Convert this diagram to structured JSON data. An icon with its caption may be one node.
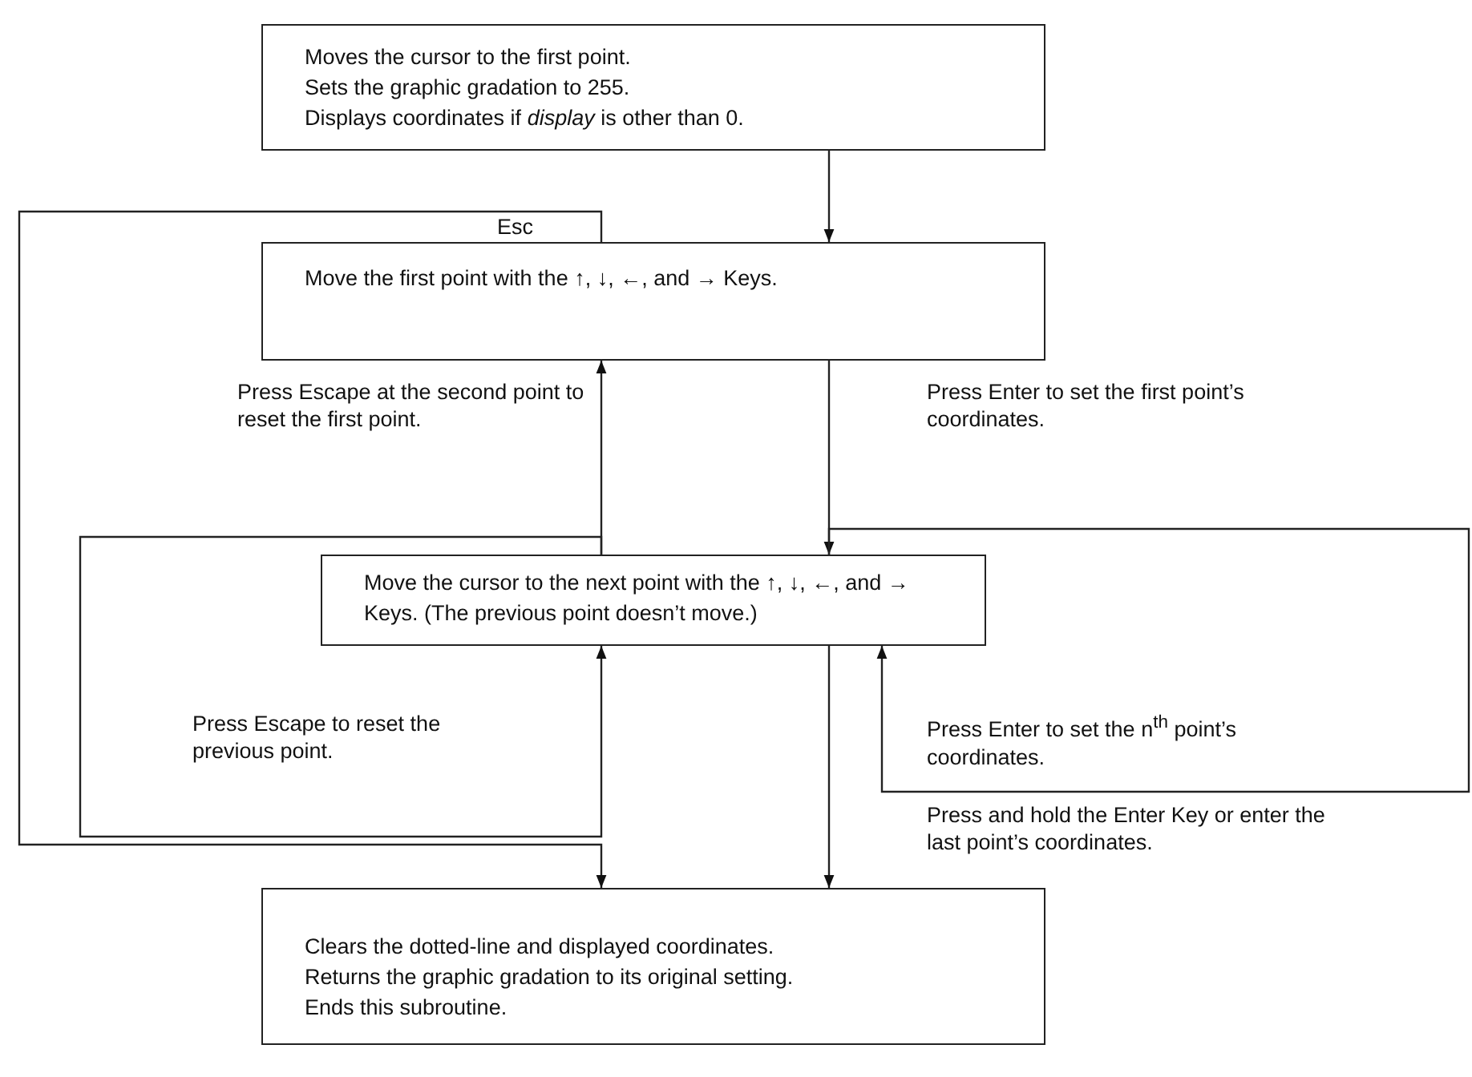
{
  "diagram": {
    "nodes": [
      {
        "text": [
          "Moves the cursor to the first point.",
          "Sets the graphic gradation to 255.",
          "Displays coordinates if *display* is other than 0."
        ]
      },
      {
        "text": [
          "Move the first point with the ↑, ↓, ←, and → Keys."
        ]
      },
      {
        "text": [
          "Move the cursor to the next point with the ↑, ↓, ←, and → Keys. (The previous point doesn’t move.)"
        ]
      },
      {
        "text": [
          "Clears the dotted-line and displayed coordinates.",
          "Returns the graphic gradation to its original setting.",
          "Ends this subroutine."
        ]
      }
    ],
    "edges": [
      {
        "from": 0,
        "to": 1,
        "arrow": "to"
      },
      {
        "from": 1,
        "to": 3,
        "arrow": "to",
        "label": "Esc"
      },
      {
        "from": 1,
        "to": 2,
        "arrow": "to",
        "label": "Press Enter to set the first point’s coordinates."
      },
      {
        "from": 2,
        "to": 1,
        "arrow": "to",
        "label": "Press Escape at the second point to reset the first point."
      },
      {
        "from": 2,
        "to": 2,
        "arrow": "to",
        "label": "Press Escape to reset the previous point."
      },
      {
        "from": 2,
        "to": 2,
        "arrow": "to",
        "label": "Press Enter to set the n$^{th}$ point’s coordinates."
      },
      {
        "from": 2,
        "to": 3,
        "arrow": "to"
      }
    ],
    "labels": [
      "Press and hold the Enter Key or enter the last point’s coordinates."
    ]
  }
}
